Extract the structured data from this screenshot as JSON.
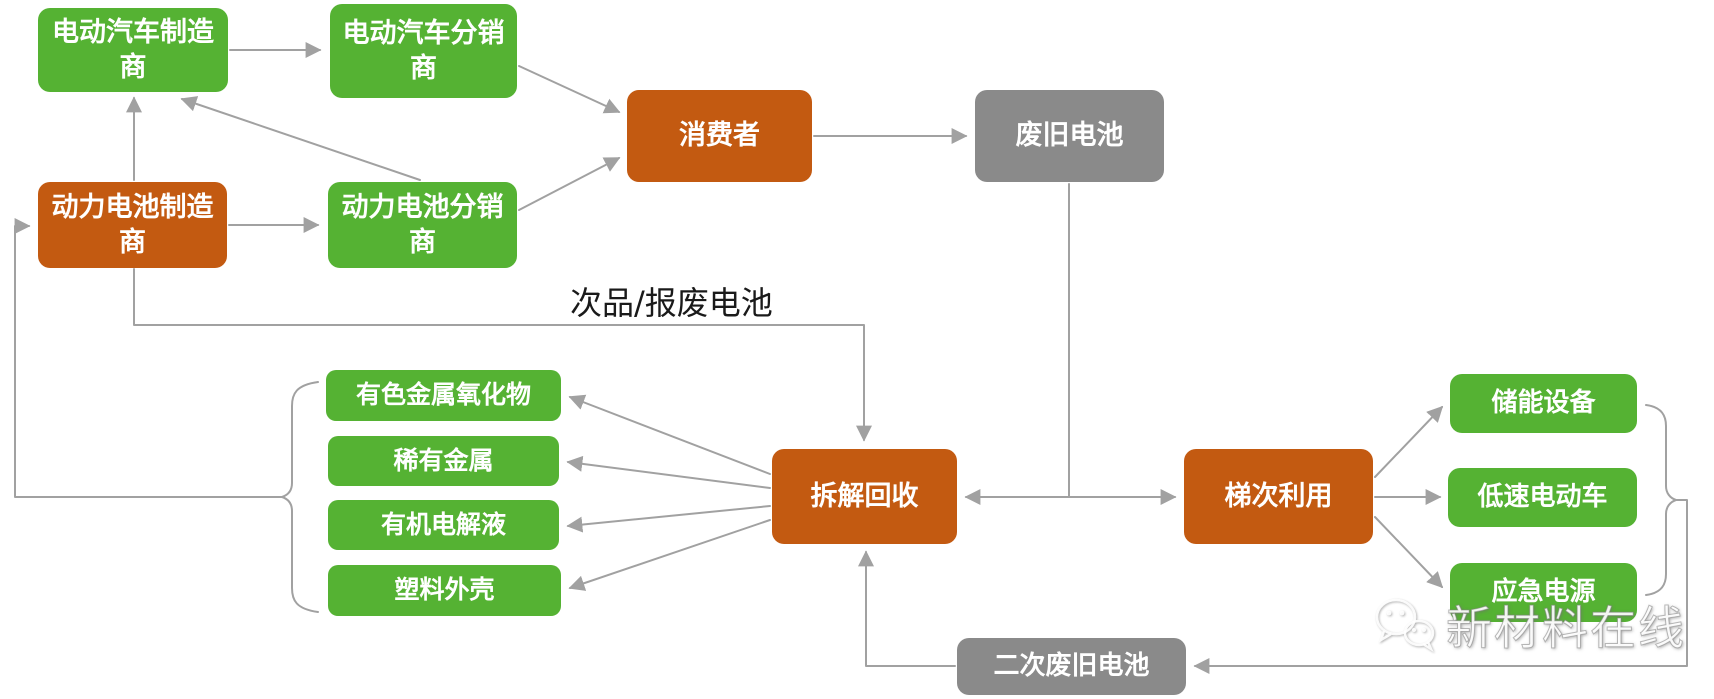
{
  "colors": {
    "green": "#55b233",
    "orange": "#c35a11",
    "gray": "#8a8a8a",
    "line": "#a1a1a1",
    "label_text": "#1a1a1a"
  },
  "nodes": {
    "ev_maker": "电动汽车制造商",
    "ev_distributor": "电动汽车分销商",
    "battery_maker": "动力电池制造商",
    "battery_distributor": "动力电池分销商",
    "consumer": "消费者",
    "waste_battery": "废旧电池",
    "nonferrous_oxide": "有色金属氧化物",
    "rare_metal": "稀有金属",
    "organic_electrolyte": "有机电解液",
    "plastic_shell": "塑料外壳",
    "dismantle_recycle": "拆解回收",
    "echelon_use": "梯次利用",
    "energy_storage": "储能设备",
    "low_speed_ev": "低速电动车",
    "emergency_power": "应急电源",
    "secondary_waste_battery": "二次废旧电池"
  },
  "labels": {
    "defective_scrap_battery": "次品/报废电池"
  },
  "watermark": {
    "icon": "wechat-icon",
    "text": "新材料在线"
  },
  "edges": [
    {
      "from": "battery_maker",
      "to": "ev_maker"
    },
    {
      "from": "ev_maker",
      "to": "ev_distributor"
    },
    {
      "from": "battery_maker",
      "to": "battery_distributor"
    },
    {
      "from": "battery_distributor",
      "to": "ev_maker"
    },
    {
      "from": "ev_distributor",
      "to": "consumer"
    },
    {
      "from": "battery_distributor",
      "to": "consumer"
    },
    {
      "from": "consumer",
      "to": "waste_battery"
    },
    {
      "from": "waste_battery",
      "to": "dismantle_recycle"
    },
    {
      "from": "waste_battery",
      "to": "echelon_use"
    },
    {
      "from": "battery_maker",
      "to": "dismantle_recycle",
      "label": "次品/报废电池"
    },
    {
      "from": "dismantle_recycle",
      "to": "nonferrous_oxide"
    },
    {
      "from": "dismantle_recycle",
      "to": "rare_metal"
    },
    {
      "from": "dismantle_recycle",
      "to": "organic_electrolyte"
    },
    {
      "from": "dismantle_recycle",
      "to": "plastic_shell"
    },
    {
      "from": "materials_group",
      "to": "battery_maker"
    },
    {
      "from": "echelon_use",
      "to": "energy_storage"
    },
    {
      "from": "echelon_use",
      "to": "low_speed_ev"
    },
    {
      "from": "echelon_use",
      "to": "emergency_power"
    },
    {
      "from": "echelon_products_group",
      "to": "secondary_waste_battery"
    },
    {
      "from": "secondary_waste_battery",
      "to": "dismantle_recycle"
    }
  ]
}
